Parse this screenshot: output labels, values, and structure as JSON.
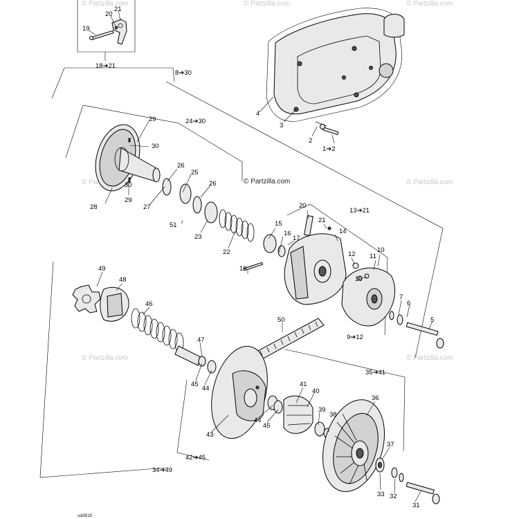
{
  "diagram": {
    "watermark_text": "© Partzilla.com",
    "footer_code": "sst0515",
    "inset_labels": [
      "21",
      "20",
      "19",
      "18➔21"
    ],
    "cover_labels": [
      "4",
      "3",
      "2",
      "1➔2"
    ],
    "range_labels": {
      "top": "8➔30",
      "drive_inner": "24➔30",
      "fixed_half": "13➔21",
      "bolt": "9➔12",
      "driven": "35➔41",
      "driven_inner": "42➔45",
      "bottom": "34➔49"
    },
    "drive_labels": [
      "29",
      "30",
      "30",
      "28",
      "29",
      "26",
      "25",
      "27",
      "26",
      "51",
      "23",
      "22",
      "15",
      "16",
      "17",
      "19",
      "20",
      "21",
      "14",
      "12",
      "11",
      "10",
      "10",
      "7",
      "6",
      "5"
    ],
    "driven_labels": [
      "49",
      "48",
      "46",
      "50",
      "47",
      "45",
      "44",
      "41",
      "40",
      "39",
      "38",
      "44",
      "45",
      "43",
      "36",
      "37",
      "33",
      "32",
      "31"
    ],
    "colors": {
      "line": "#000000",
      "part_fill": "#e9e9e9",
      "watermark": "#c8c8c8"
    }
  }
}
